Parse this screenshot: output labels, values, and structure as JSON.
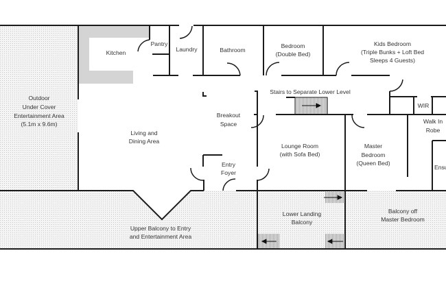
{
  "colors": {
    "wall": "#1a1a1a",
    "kitchen_bench": "#d4d4d4",
    "outdoor_fill": "#ececec",
    "text": "#333333"
  },
  "rooms": {
    "kitchen": "Kitchen",
    "pantry": "Pantry",
    "laundry": "Laundry",
    "bathroom": "Bathroom",
    "bedroom": [
      "Bedroom",
      "(Double Bed)"
    ],
    "kids_bedroom": [
      "Kids Bedroom",
      "(Triple Bunks + Loft Bed",
      "Sleeps 4 Guests)"
    ],
    "stairs": "Stairs to Separate Lower Level",
    "breakout": [
      "Breakout",
      "Space"
    ],
    "wir": "WIR",
    "walk_in_robe": [
      "Walk In",
      "Robe"
    ],
    "outdoor": [
      "Outdoor",
      "Under Cover",
      "Entertainment  Area",
      "(5.1m x 9.6m)"
    ],
    "living": [
      "Living and",
      "Dining Area"
    ],
    "lounge": [
      "Lounge Room",
      "(with Sofa Bed)"
    ],
    "master": [
      "Master",
      "Bedroom",
      "(Queen Bed)"
    ],
    "entry": [
      "Entry",
      "Foyer"
    ],
    "ensuite": "Ensu",
    "lower_landing": [
      "Lower Landing",
      "Balcony"
    ],
    "master_balcony": [
      "Balcony off",
      "Master Bedroom"
    ],
    "upper_balcony": [
      "Upper Balcony to Entry",
      "and Entertainment  Area"
    ]
  }
}
